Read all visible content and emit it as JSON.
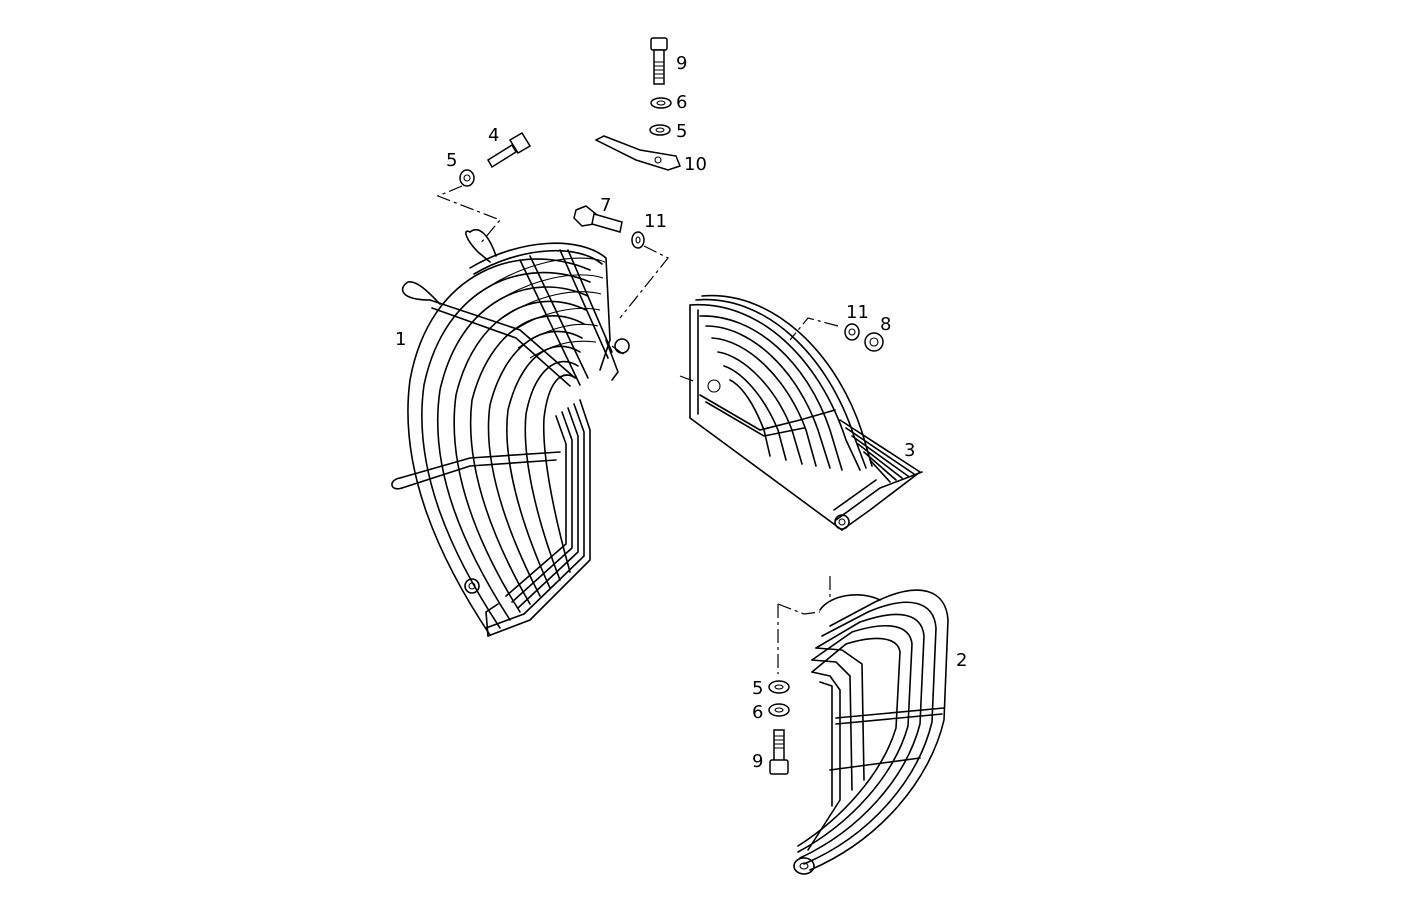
{
  "callouts": {
    "c1": "1",
    "c2": "2",
    "c3": "3",
    "c4": "4",
    "c5a": "5",
    "c5b": "5",
    "c5c": "5",
    "c6a": "6",
    "c6b": "6",
    "c7": "7",
    "c8": "8",
    "c9a": "9",
    "c9b": "9",
    "c10": "10",
    "c11a": "11",
    "c11b": "11"
  }
}
